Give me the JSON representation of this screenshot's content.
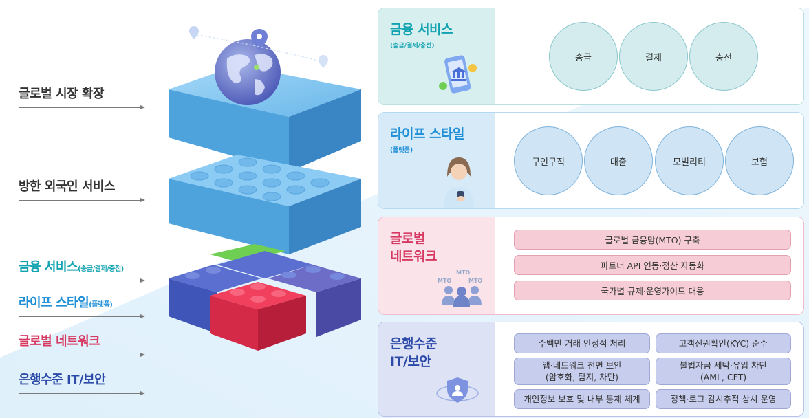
{
  "left_labels": [
    {
      "text": "글로벌 시장 확장",
      "small": "",
      "color": "#333333"
    },
    {
      "text": "방한 외국인 서비스",
      "small": "",
      "color": "#333333"
    },
    {
      "text": "금융 서비스",
      "small": "(송금/결제/충전)",
      "color": "#12a3b0"
    },
    {
      "text": "라이프 스타일",
      "small": "(플랫폼)",
      "color": "#1f8fd6"
    },
    {
      "text": "글로벌 네트워크",
      "small": "",
      "color": "#d63a63"
    },
    {
      "text": "은행수준 IT/보안",
      "small": "",
      "color": "#2c4ba8"
    }
  ],
  "finance": {
    "title": "금융 서비스",
    "sub": "(송금/결제/충전)",
    "items": [
      "송금",
      "결제",
      "충전"
    ]
  },
  "lifestyle": {
    "title": "라이프 스타일",
    "sub": "(플랫폼)",
    "items": [
      "구인구직",
      "대출",
      "모빌리티",
      "보험"
    ]
  },
  "network": {
    "title": "글로벌\n네트워크",
    "icon_labels": [
      "MTO",
      "MTO",
      "MTO"
    ],
    "items": [
      "글로벌 금융망(MTO) 구축",
      "파트너 API 연동·정산 자동화",
      "국가별 규제·운영가이드 대응"
    ]
  },
  "security": {
    "title": "은행수준\nIT/보안",
    "items": [
      "수백만 거래 안정적 처리",
      "고객신원확인(KYC) 준수",
      "앱·네트워크 전면 보안\n(암호화, 탐지, 차단)",
      "불법자금 세탁·유입 차단\n(AML, CFT)",
      "개인정보 보호 및 내부 통제 체계",
      "정책·로그·감시추적 상시 운영"
    ]
  },
  "colors": {
    "finance": "#12a3b0",
    "lifestyle": "#1f8fd6",
    "network": "#d63a63",
    "security": "#2c4ba8"
  }
}
